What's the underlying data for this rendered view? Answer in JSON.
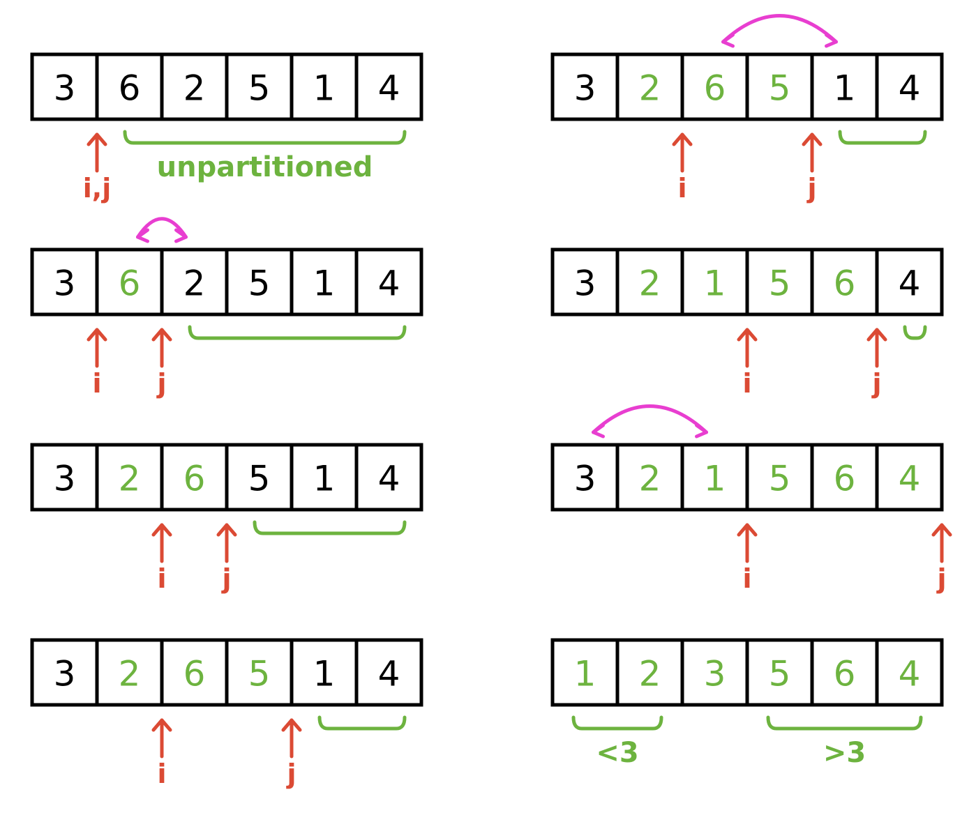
{
  "colors": {
    "black": "#000000",
    "green": "#6db33f",
    "red": "#db4a34",
    "magenta": "#e83ed0"
  },
  "steps": [
    {
      "cells": [
        {
          "v": "3",
          "c": "black"
        },
        {
          "v": "6",
          "c": "black"
        },
        {
          "v": "2",
          "c": "black"
        },
        {
          "v": "5",
          "c": "black"
        },
        {
          "v": "1",
          "c": "black"
        },
        {
          "v": "4",
          "c": "black"
        }
      ],
      "pointers": [
        {
          "label": "i,j",
          "at": 1
        }
      ],
      "brace": {
        "from": 1,
        "to": 6,
        "label": "unpartitioned"
      },
      "swap": null
    },
    {
      "cells": [
        {
          "v": "3",
          "c": "black"
        },
        {
          "v": "6",
          "c": "green"
        },
        {
          "v": "2",
          "c": "black"
        },
        {
          "v": "5",
          "c": "black"
        },
        {
          "v": "1",
          "c": "black"
        },
        {
          "v": "4",
          "c": "black"
        }
      ],
      "pointers": [
        {
          "label": "i",
          "at": 1
        },
        {
          "label": "j",
          "at": 2
        }
      ],
      "brace": {
        "from": 2,
        "to": 6,
        "label": ""
      },
      "swap": {
        "a": 1,
        "b": 2
      }
    },
    {
      "cells": [
        {
          "v": "3",
          "c": "black"
        },
        {
          "v": "2",
          "c": "green"
        },
        {
          "v": "6",
          "c": "green"
        },
        {
          "v": "5",
          "c": "black"
        },
        {
          "v": "1",
          "c": "black"
        },
        {
          "v": "4",
          "c": "black"
        }
      ],
      "pointers": [
        {
          "label": "i",
          "at": 2
        },
        {
          "label": "j",
          "at": 3
        }
      ],
      "brace": {
        "from": 3,
        "to": 6,
        "label": ""
      },
      "swap": null
    },
    {
      "cells": [
        {
          "v": "3",
          "c": "black"
        },
        {
          "v": "2",
          "c": "green"
        },
        {
          "v": "6",
          "c": "green"
        },
        {
          "v": "5",
          "c": "green"
        },
        {
          "v": "1",
          "c": "black"
        },
        {
          "v": "4",
          "c": "black"
        }
      ],
      "pointers": [
        {
          "label": "i",
          "at": 2
        },
        {
          "label": "j",
          "at": 4
        }
      ],
      "brace": {
        "from": 4,
        "to": 6,
        "label": ""
      },
      "swap": null
    },
    {
      "cells": [
        {
          "v": "3",
          "c": "black"
        },
        {
          "v": "2",
          "c": "green"
        },
        {
          "v": "6",
          "c": "green"
        },
        {
          "v": "5",
          "c": "green"
        },
        {
          "v": "1",
          "c": "black"
        },
        {
          "v": "4",
          "c": "black"
        }
      ],
      "pointers": [
        {
          "label": "i",
          "at": 2
        },
        {
          "label": "j",
          "at": 4
        }
      ],
      "brace": {
        "from": 4,
        "to": 6,
        "label": ""
      },
      "swap": {
        "a": 2,
        "b": 4
      }
    },
    {
      "cells": [
        {
          "v": "3",
          "c": "black"
        },
        {
          "v": "2",
          "c": "green"
        },
        {
          "v": "1",
          "c": "green"
        },
        {
          "v": "5",
          "c": "green"
        },
        {
          "v": "6",
          "c": "green"
        },
        {
          "v": "4",
          "c": "black"
        }
      ],
      "pointers": [
        {
          "label": "i",
          "at": 3
        },
        {
          "label": "j",
          "at": 5
        }
      ],
      "brace": {
        "from": 5,
        "to": 6,
        "label": ""
      },
      "swap": null
    },
    {
      "cells": [
        {
          "v": "3",
          "c": "black"
        },
        {
          "v": "2",
          "c": "green"
        },
        {
          "v": "1",
          "c": "green"
        },
        {
          "v": "5",
          "c": "green"
        },
        {
          "v": "6",
          "c": "green"
        },
        {
          "v": "4",
          "c": "green"
        }
      ],
      "pointers": [
        {
          "label": "i",
          "at": 3
        },
        {
          "label": "j",
          "at": 6
        }
      ],
      "brace": null,
      "swap": {
        "a": 0,
        "b": 2
      }
    },
    {
      "cells": [
        {
          "v": "1",
          "c": "green"
        },
        {
          "v": "2",
          "c": "green"
        },
        {
          "v": "3",
          "c": "green"
        },
        {
          "v": "5",
          "c": "green"
        },
        {
          "v": "6",
          "c": "green"
        },
        {
          "v": "4",
          "c": "green"
        }
      ],
      "pointers": [],
      "braces": [
        {
          "from": 0,
          "to": 2,
          "label": "<3"
        },
        {
          "from": 3,
          "to": 6,
          "label": ">3"
        }
      ],
      "swap": null
    }
  ]
}
